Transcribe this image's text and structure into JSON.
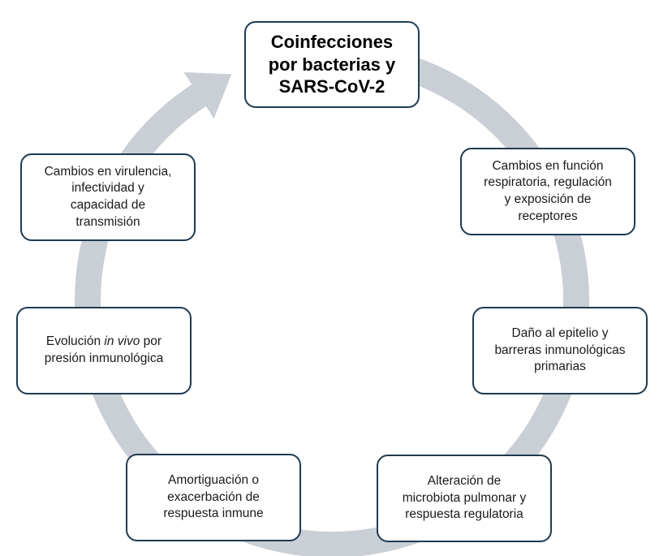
{
  "diagram": {
    "colors": {
      "ring": "#c9cfd5",
      "box_border": "#1f3b50",
      "box_fill": "#ffffff",
      "text": "#1a1a1a"
    },
    "center_node": {
      "label_line1": "Coinfecciones",
      "label_line2": "por bacterias y",
      "label_line3": "SARS-CoV-2"
    },
    "nodes": {
      "respiratory": {
        "line1": "Cambios en función",
        "line2": "respiratoria, regulación",
        "line3": "y exposición de",
        "line4": "receptores"
      },
      "epithelium": {
        "line1": "Daño al epitelio y",
        "line2": "barreras inmunológicas",
        "line3": "primarias"
      },
      "microbiota": {
        "line1": "Alteración de",
        "line2": "microbiota pulmonar y",
        "line3": "respuesta regulatoria"
      },
      "immune_response": {
        "line1": "Amortiguación o",
        "line2": "exacerbación de",
        "line3": "respuesta inmune"
      },
      "evolution": {
        "line1_prefix": "Evolución ",
        "line1_italic": "in vivo",
        "line1_suffix": " por",
        "line2": "presión inmunológica"
      },
      "virulence": {
        "line1": "Cambios en virulencia,",
        "line2": "infectividad y",
        "line3": "capacidad de",
        "line4": "transmisión"
      }
    },
    "cycle_arrow_icon": "circular-arrow-icon",
    "cycle_direction": "clockwise"
  }
}
